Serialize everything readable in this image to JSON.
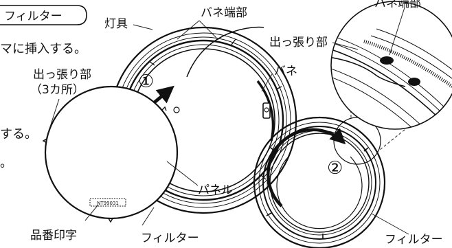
{
  "colors": {
    "ink": "#111111",
    "paper": "#ffffff",
    "leader": "#222222"
  },
  "header_tag": "フィルター",
  "step_one_marker": "①",
  "step_two_marker": "②",
  "left_text": {
    "line1": "マに挿入する。",
    "line2": "する。",
    "line3": "。"
  },
  "labels": {
    "fixture": "灯具",
    "spring_end_center": "バネ端部",
    "spring_end_detail": "バネ端部",
    "protrusion_left_line1": "出っ張り部",
    "protrusion_left_line2": "（3カ所）",
    "protrusion_detail": "出っ張り部",
    "spring": "バネ",
    "panel": "パネル",
    "part_number_print": "品番印字",
    "filter_left": "フィルター",
    "filter_right": "フィルター",
    "filter_stamp": "NT99031"
  },
  "icons": [
    "arrow-insert-icon",
    "arrow-rotate-icon"
  ]
}
